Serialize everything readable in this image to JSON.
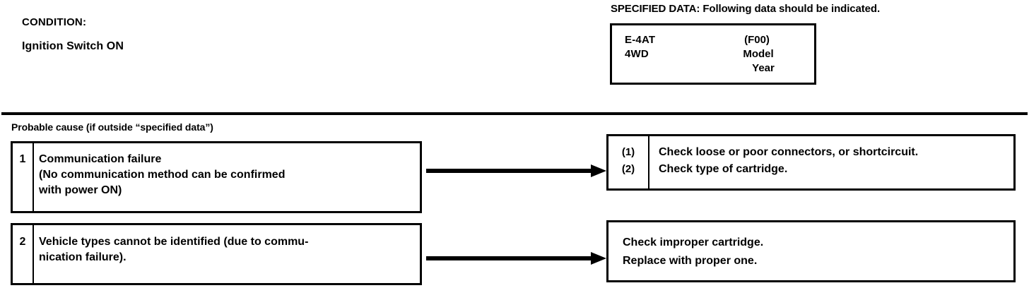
{
  "condition": {
    "label": "CONDITION:",
    "value": "Ignition Switch ON"
  },
  "specified_data": {
    "heading": "SPECIFIED DATA: Following data should be indicated.",
    "box": {
      "left_lines": [
        "E-4AT",
        "4WD"
      ],
      "right_lines": [
        "(F00)",
        "Model",
        "Year"
      ]
    }
  },
  "probable_cause": {
    "heading": "Probable cause (if outside “specified data”)",
    "causes": [
      {
        "number": "1",
        "lines": [
          "Communication failure",
          "(No communication method can be confirmed",
          "with power ON)"
        ]
      },
      {
        "number": "2",
        "lines": [
          "Vehicle types cannot be identified (due to commu-",
          "nication failure)."
        ]
      }
    ]
  },
  "actions": [
    {
      "numbers": [
        "(1)",
        "(2)"
      ],
      "lines": [
        "Check loose or poor connectors, or shortcircuit.",
        "Check type of cartridge."
      ]
    },
    {
      "numbers": [],
      "lines": [
        "Check improper cartridge.",
        "Replace with proper one."
      ]
    }
  ],
  "colors": {
    "ink": "#000000",
    "paper": "#ffffff"
  }
}
